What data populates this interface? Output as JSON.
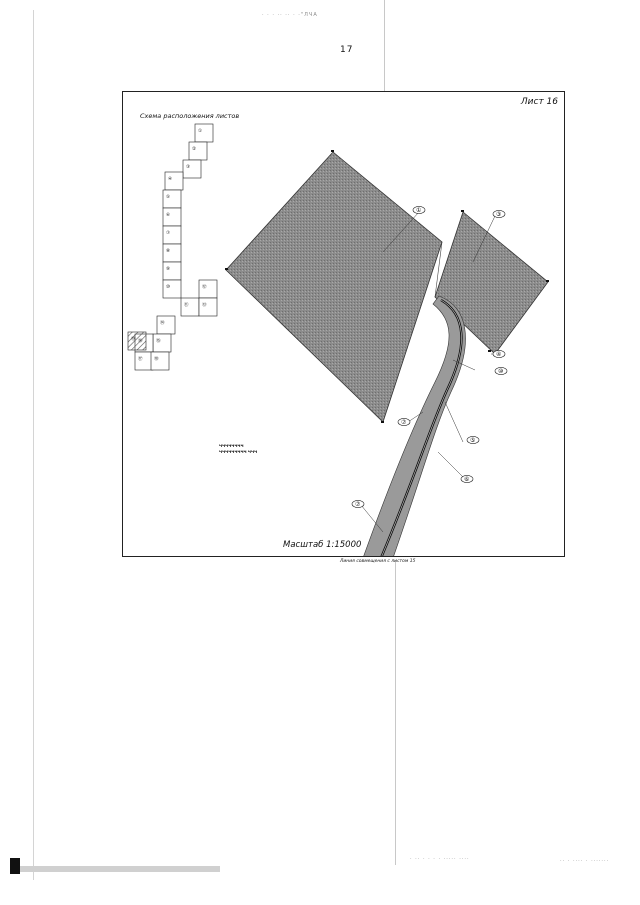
{
  "page": {
    "number": "17",
    "header_noise": "· · ·  ·· ··  · ·\"ЛЧА",
    "footer_noise": "· ··  ·   ·    ·   ·   ····· ····",
    "bottom_right_noise": "·· · ···· · ·······"
  },
  "map": {
    "sheet_label": "Лист 16",
    "scheme_title": "Схема расположения листов",
    "scale_label": "Масштаб 1:15000",
    "join_note": "Линия совмещения с листом 15",
    "small_note_1": "ЧЧЧЧЧЧЧЧ",
    "small_note_2": "ЧЧЧЧЧЧЧЧЧ ЧЧЧ",
    "callouts": [
      "①",
      "③",
      "④",
      "⑤",
      "⑥",
      "⑦",
      "⑦",
      "⑩"
    ],
    "scheme_numbers": [
      "①",
      "②",
      "③",
      "④",
      "⑤",
      "⑥",
      "⑦",
      "⑧",
      "⑨",
      "⑩",
      "⑪",
      "⑫",
      "⑬",
      "⑭",
      "⑮",
      "⑯",
      "⑰",
      "⑱",
      "⑲"
    ]
  },
  "colors": {
    "parcel_fill": "#8c8c8c",
    "road_fill": "#9a9a9a",
    "road_line": "#111111",
    "hatch": "#555555"
  }
}
